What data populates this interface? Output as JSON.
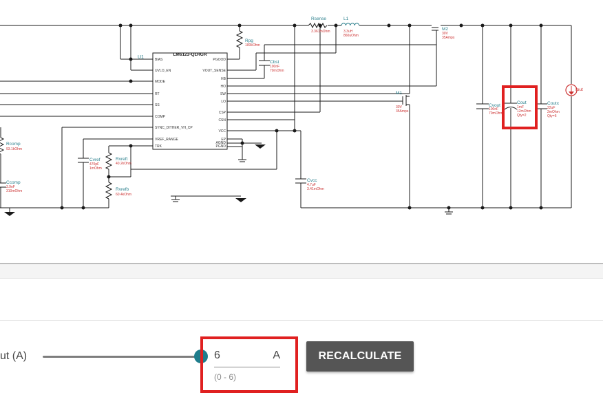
{
  "schematic": {
    "ic_name": "LM6123-Q1RGR",
    "ic_ref": "U1",
    "pins_left": [
      "BIAS",
      "UVLO_EN",
      "MODE",
      "RT",
      "SS",
      "COMP",
      "SYNC_DITHER_VH_CP",
      "VREF_RANGE",
      "TRK"
    ],
    "pins_right": [
      "PGOOD",
      "VOUT_SENSE",
      "HB",
      "HO",
      "SW",
      "LO",
      "CSP",
      "CSN",
      "VCC",
      "EP",
      "AGND",
      "PGND"
    ],
    "components": {
      "rsense": {
        "name": "Rsense",
        "value": "3.361mOhm"
      },
      "l1": {
        "name": "L1",
        "v1": "3.3uH",
        "v2": "860uOhm"
      },
      "m2": {
        "name": "M2",
        "v1": "30V",
        "v2": "35Amps"
      },
      "rpg": {
        "name": "Rpg",
        "value": "100kOhm"
      },
      "cbst": {
        "name": "Cbst",
        "v1": "100nF",
        "v2": "70mOhm"
      },
      "m1": {
        "name": "M1",
        "v1": "30V",
        "v2": "35Amps"
      },
      "cvout": {
        "name": "Cvout",
        "v1": "100nF",
        "v2": "70mOhm"
      },
      "cout": {
        "name": "Cout",
        "v1": "1mF",
        "v2": "12mOhm",
        "v3": "Qty=2"
      },
      "coutx": {
        "name": "Coutx",
        "v1": "22uF",
        "v2": "2mOhm",
        "v3": "Qty=6"
      },
      "iout": {
        "name": "Iout"
      },
      "rcomp": {
        "name": "Rcomp",
        "value": "93.1kOhm"
      },
      "ccomp": {
        "name": "Ccomp",
        "v1": "3.9nF",
        "v2": "310mOhm"
      },
      "cvref": {
        "name": "Cvref",
        "v1": "470pF",
        "v2": "1mOhm"
      },
      "rvreft": {
        "name": "Rvreft",
        "value": "40.2kOhm"
      },
      "rvrefb": {
        "name": "Rvrefb",
        "value": "60.4kOhm"
      },
      "cvcc": {
        "name": "Cvcc",
        "v1": "4.7uF",
        "v2": "3.41mOhm"
      }
    },
    "colors": {
      "wire": "#1a1a1a",
      "component": "#2a7f8c",
      "value": "#cc3333",
      "highlight": "#e02020"
    }
  },
  "controls": {
    "iout_label": "ut (A)",
    "iout_value": "6",
    "iout_unit": "A",
    "iout_range": "(0 - 6)",
    "slider_fraction": 1.0,
    "recalculate_label": "RECALCULATE"
  }
}
